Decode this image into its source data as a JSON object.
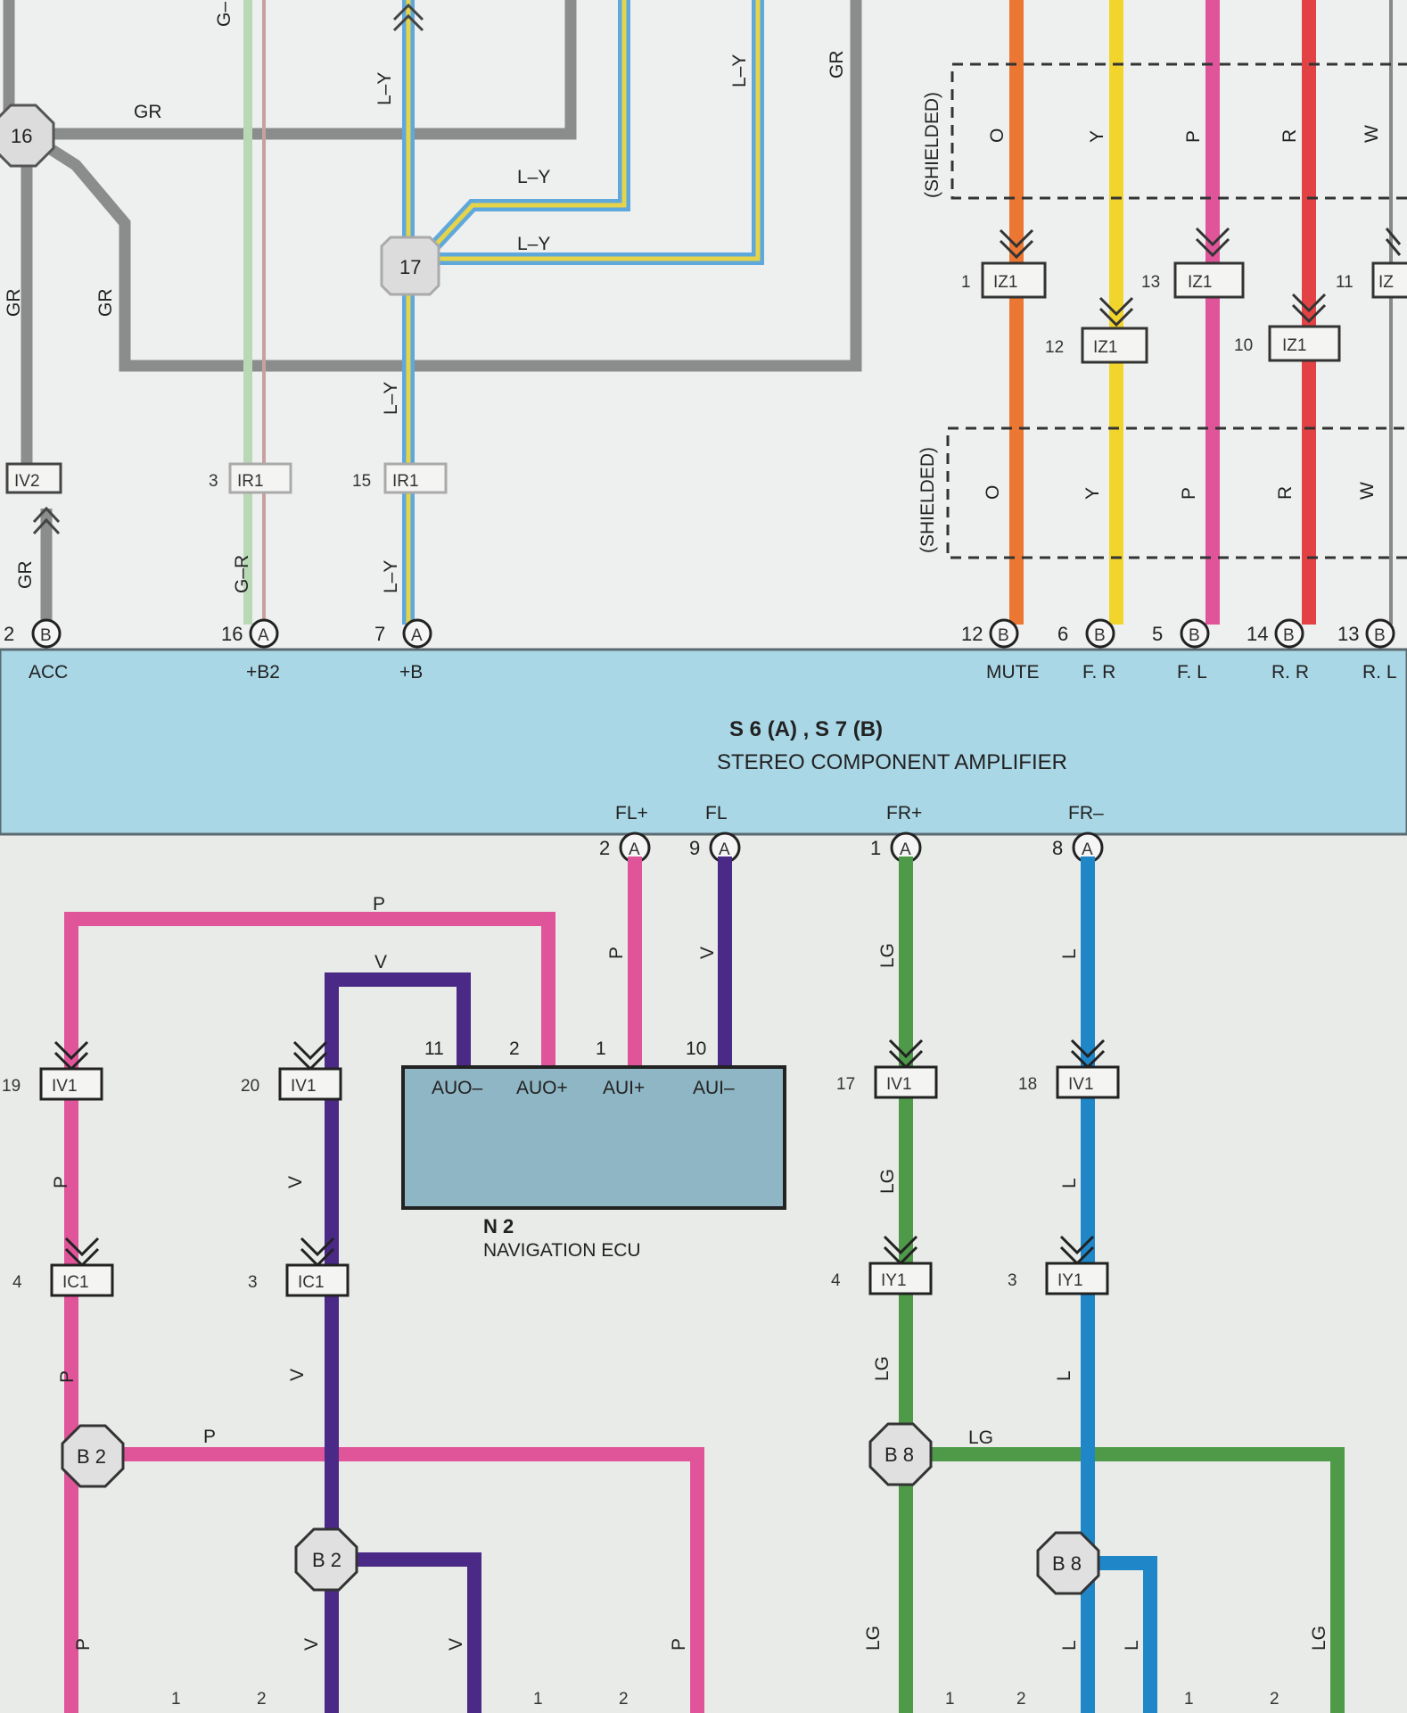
{
  "wire_codes": {
    "gr": "GR",
    "g_r": "G–R",
    "g": "G–",
    "l_y": "L–Y",
    "o": "O",
    "y": "Y",
    "p": "P",
    "r": "R",
    "w": "W",
    "v": "V",
    "lg": "LG",
    "l": "L"
  },
  "shielded_label": "(SHIELDED)",
  "amplifier": {
    "code": "S 6 (A) ,  S 7 (B)",
    "connector_a": "A",
    "connector_b": "B",
    "name": "STEREO COMPONENT AMPLIFIER",
    "top_terminals": [
      {
        "pin": "2",
        "conn": "B",
        "label": "ACC"
      },
      {
        "pin": "16",
        "conn": "A",
        "label": "+B2"
      },
      {
        "pin": "7",
        "conn": "A",
        "label": "+B"
      },
      {
        "pin": "12",
        "conn": "B",
        "label": "MUTE"
      },
      {
        "pin": "6",
        "conn": "B",
        "label": "F. R"
      },
      {
        "pin": "5",
        "conn": "B",
        "label": "F. L"
      },
      {
        "pin": "14",
        "conn": "B",
        "label": "R. R"
      },
      {
        "pin": "13",
        "conn": "B",
        "label": "R. L"
      }
    ],
    "bottom_terminals": [
      {
        "pin": "2",
        "conn": "A",
        "label": "FL+"
      },
      {
        "pin": "9",
        "conn": "A",
        "label": "FL"
      },
      {
        "pin": "1",
        "conn": "A",
        "label": "FR+"
      },
      {
        "pin": "8",
        "conn": "A",
        "label": "FR–"
      }
    ]
  },
  "junctions": [
    "16",
    "17",
    "B 2",
    "B 2",
    "B 8",
    "B 8"
  ],
  "connectors": {
    "iv2": "IV2",
    "ir1": "IR1",
    "iz1": "IZ1",
    "iz": "IZ",
    "iv1": "IV1",
    "ic1": "IC1",
    "iy1": "IY1",
    "pins": {
      "iv2": "",
      "ir1": "3",
      "ir1b": "15",
      "iz1_o": "1",
      "iz1_y": "12",
      "iz1_p": "13",
      "iz1_r": "10",
      "iz_w": "11",
      "iv1_p": "19",
      "iv1_v": "20",
      "iv1_lg": "17",
      "iv1_l": "18",
      "ic1_p": "4",
      "ic1_v": "3",
      "iy1_lg": "4",
      "iy1_l": "3"
    }
  },
  "navigation_ecu": {
    "code": "N 2",
    "name": "NAVIGATION ECU",
    "terminals": [
      {
        "pin": "11",
        "label": "AUO–"
      },
      {
        "pin": "2",
        "label": "AUO+"
      },
      {
        "pin": "1",
        "label": "AUI+"
      },
      {
        "pin": "10",
        "label": "AUI–"
      }
    ]
  },
  "bottom_pins": [
    "1",
    "2",
    "1",
    "2",
    "1",
    "2",
    "1",
    "2"
  ],
  "colors": {
    "gray": "#8d8f8f",
    "orange": "#ec7733",
    "yellow": "#f2d52c",
    "pink": "#e0559a",
    "red": "#e24243",
    "violet": "#4a2a86",
    "green": "#4e9a49",
    "blue": "#1f86c8",
    "band": "#a7d6e6",
    "box": "#8fb6c4"
  }
}
